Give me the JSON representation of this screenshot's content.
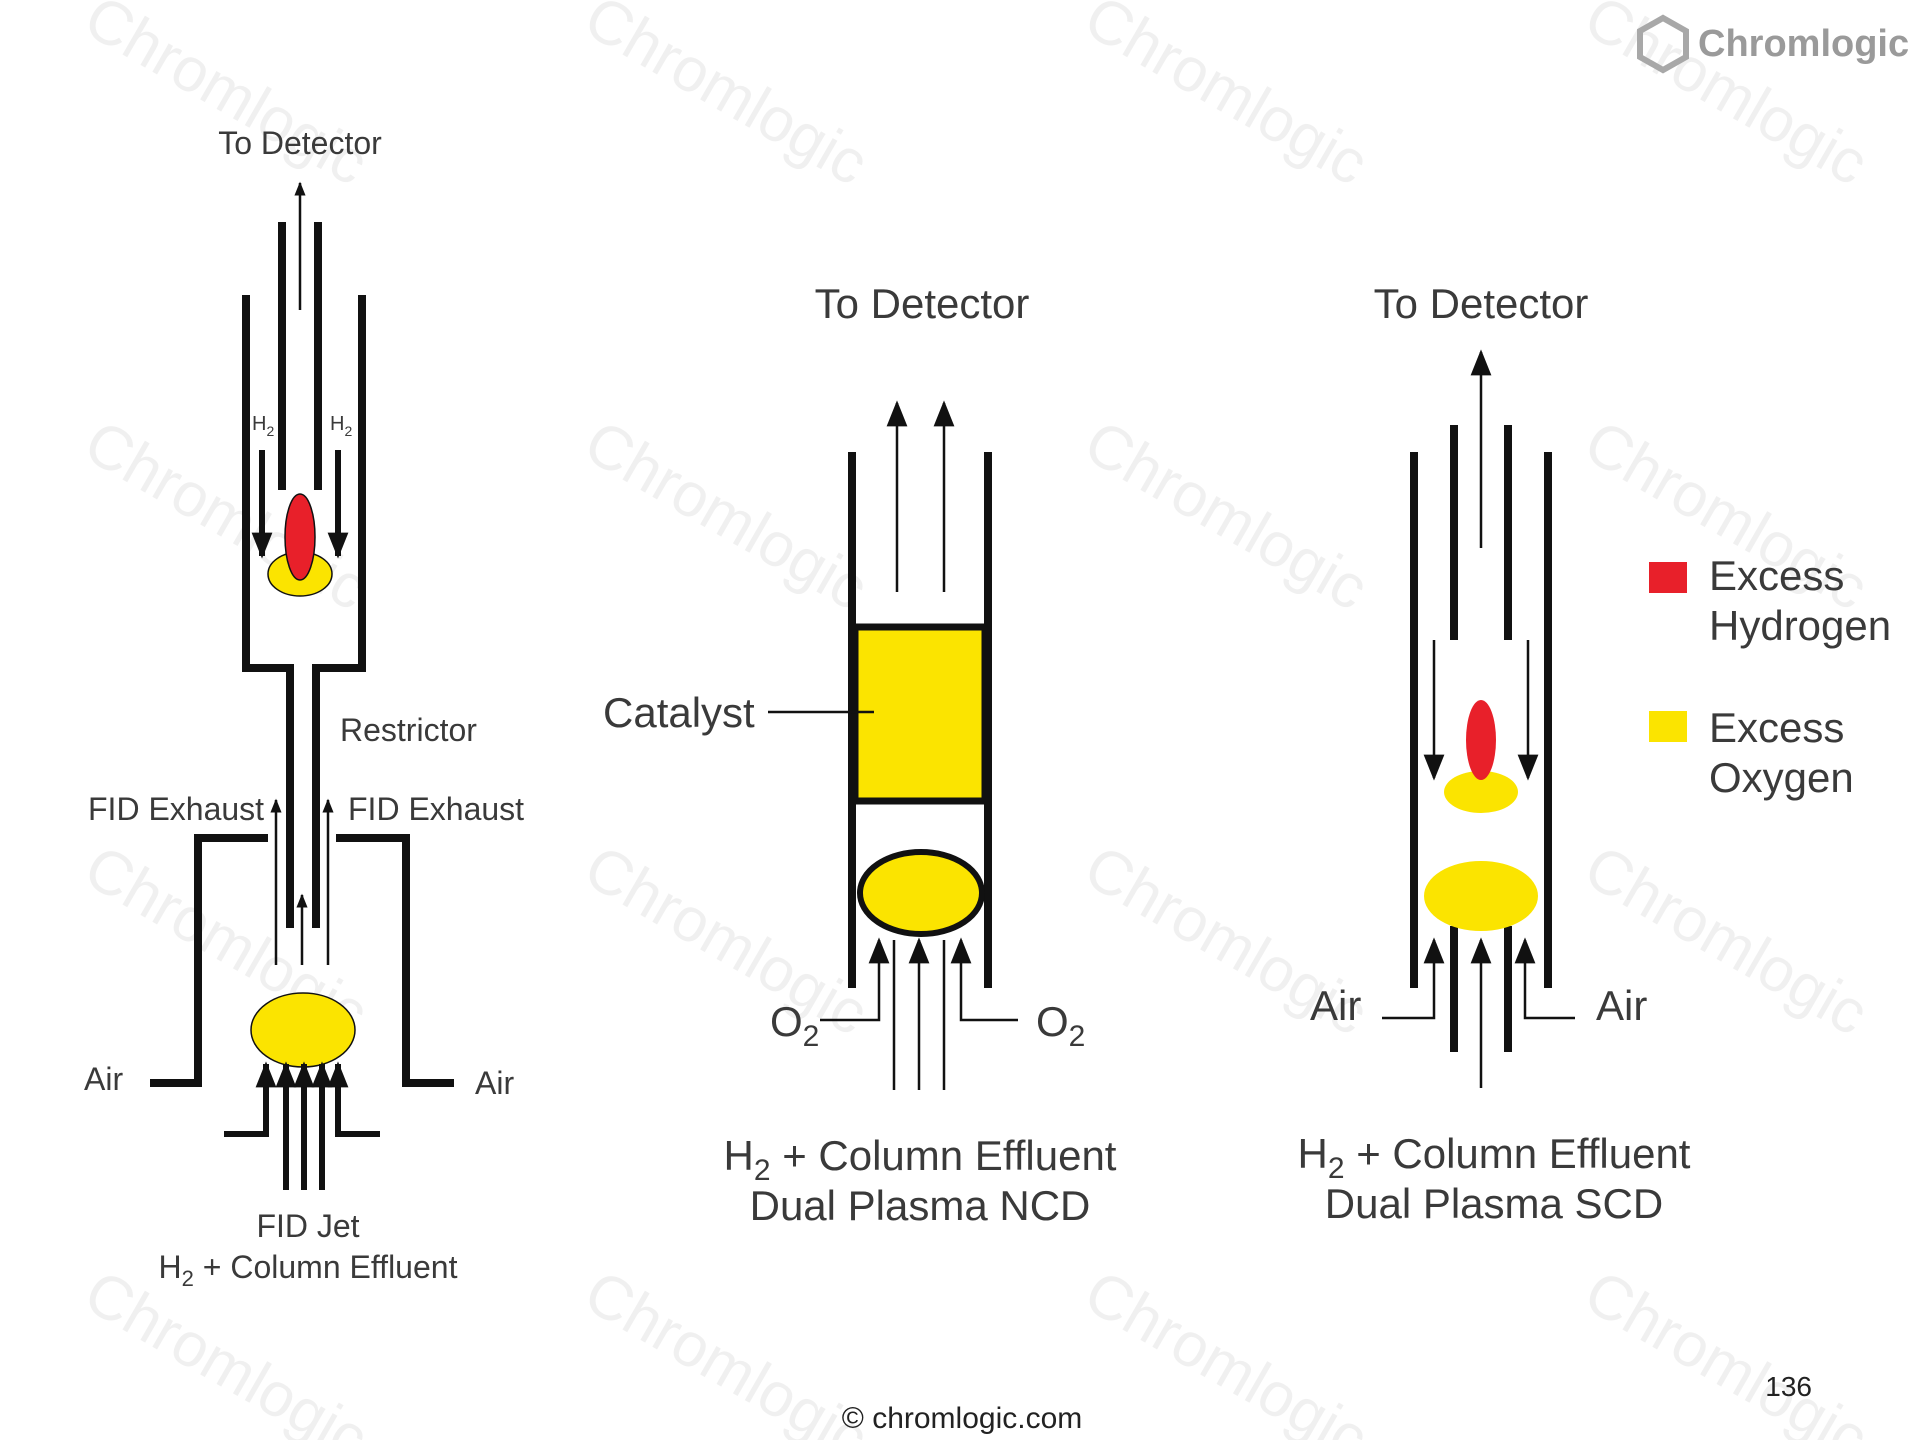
{
  "brand": {
    "logo_text": "Chromlogic",
    "watermark_text": "Chromlogic",
    "footer_text": "© chromlogic.com"
  },
  "page_number": "136",
  "colors": {
    "excess_hydrogen": "#e8202a",
    "excess_oxygen": "#fbe400",
    "line": "#111111",
    "text": "#3a3a3a"
  },
  "fid": {
    "to_detector": "To Detector",
    "h2_left": "H",
    "h2_left_sub": "2",
    "h2_right": "H",
    "h2_right_sub": "2",
    "restrictor": "Restrictor",
    "exhaust_left": "FID Exhaust",
    "exhaust_right": "FID Exhaust",
    "air_left": "Air",
    "air_right": "Air",
    "jet": "FID Jet",
    "effluent_h": "H",
    "effluent_sub": "2",
    "effluent_rest": " + Column Effluent"
  },
  "ncd": {
    "to_detector": "To Detector",
    "catalyst": "Catalyst",
    "o2_left": "O",
    "o2_left_sub": "2",
    "o2_right": "O",
    "o2_right_sub": "2",
    "effluent_h": "H",
    "effluent_sub": "2",
    "effluent_rest": " + Column Effluent",
    "title": "Dual Plasma NCD"
  },
  "scd": {
    "to_detector": "To Detector",
    "air_left": "Air",
    "air_right": "Air",
    "effluent_h": "H",
    "effluent_sub": "2",
    "effluent_rest": " + Column Effluent",
    "title": "Dual Plasma SCD"
  },
  "legend": {
    "items": [
      {
        "line1": "Excess",
        "line2": "Hydrogen",
        "color": "#e8202a"
      },
      {
        "line1": "Excess",
        "line2": "Oxygen",
        "color": "#fbe400"
      }
    ]
  }
}
